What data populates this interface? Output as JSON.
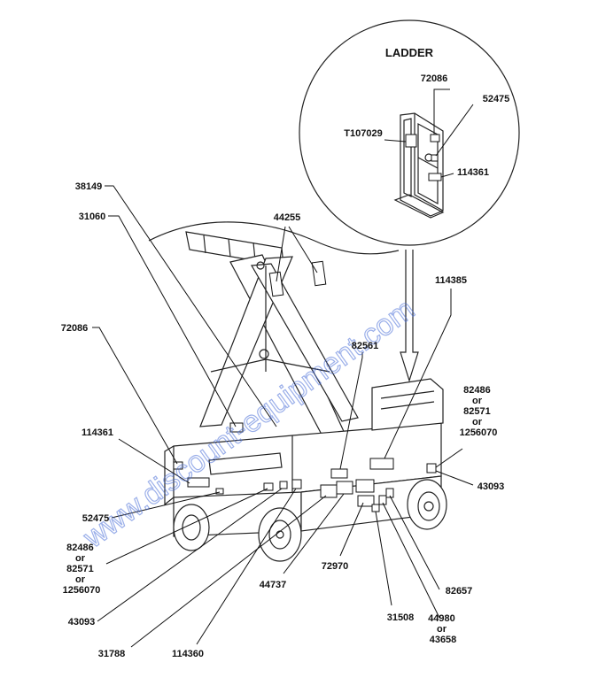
{
  "inset": {
    "title": "LADDER"
  },
  "watermark": "www.discount-equipment.com",
  "labels": [
    {
      "id": "72086-ladder",
      "text": "72086"
    },
    {
      "id": "52475-ladder",
      "text": "52475"
    },
    {
      "id": "T107029",
      "text": "T107029"
    },
    {
      "id": "114361-ladder",
      "text": "114361"
    },
    {
      "id": "38149",
      "text": "38149"
    },
    {
      "id": "31060",
      "text": "31060"
    },
    {
      "id": "44255",
      "text": "44255"
    },
    {
      "id": "114385",
      "text": "114385"
    },
    {
      "id": "72086",
      "text": "72086"
    },
    {
      "id": "82561",
      "text": "82561"
    },
    {
      "id": "114361",
      "text": "114361"
    },
    {
      "id": "52475",
      "text": "52475"
    },
    {
      "id": "43093-right",
      "text": "43093"
    },
    {
      "id": "43093-left",
      "text": "43093"
    },
    {
      "id": "44737",
      "text": "44737"
    },
    {
      "id": "72970",
      "text": "72970"
    },
    {
      "id": "82657",
      "text": "82657"
    },
    {
      "id": "31508",
      "text": "31508"
    },
    {
      "id": "31788",
      "text": "31788"
    },
    {
      "id": "114360",
      "text": "114360"
    }
  ],
  "multi_labels": [
    {
      "id": "82486-right",
      "lines": [
        "82486",
        "or",
        "82571",
        "or",
        "1256070"
      ]
    },
    {
      "id": "82486-left",
      "lines": [
        "82486",
        "or",
        "82571",
        "or",
        "1256070"
      ]
    },
    {
      "id": "44980",
      "lines": [
        "44980",
        "or",
        "43658"
      ]
    }
  ]
}
